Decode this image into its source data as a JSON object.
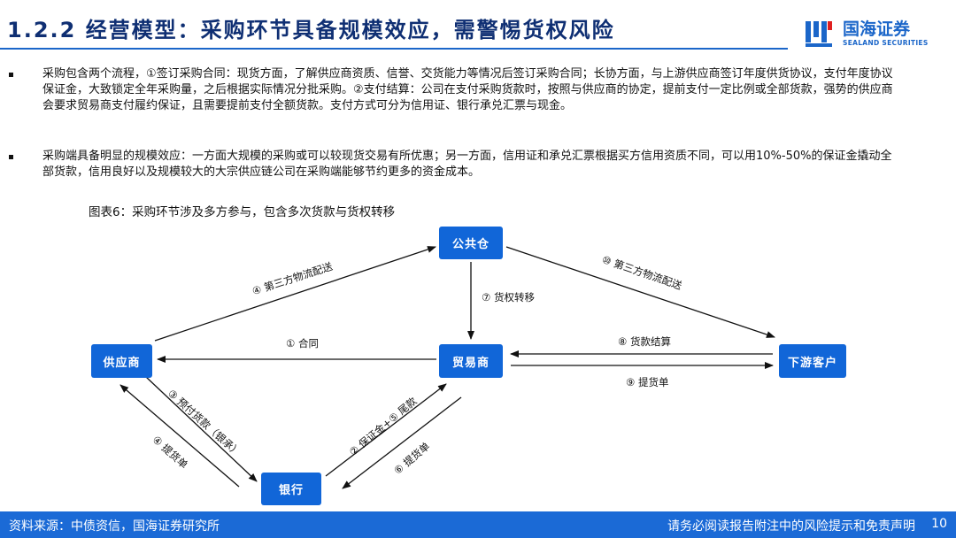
{
  "header": {
    "title": "1.2.2 经营模型：采购环节具备规模效应，需警惕货权风险",
    "logo_cn": "国海证券",
    "logo_en": "SEALAND SECURITIES"
  },
  "bullets": [
    "采购包含两个流程，①签订采购合同：现货方面，了解供应商资质、信誉、交货能力等情况后签订采购合同；长协方面，与上游供应商签订年度供货协议，支付年度协议保证金，大致锁定全年采购量，之后根据实际情况分批采购。②支付结算：公司在支付采购货款时，按照与供应商的协定，提前支付一定比例或全部货款，强势的供应商会要求贸易商支付履约保证，且需要提前支付全额货款。支付方式可分为信用证、银行承兑汇票与现金。",
    "采购端具备明显的规模效应：一方面大规模的采购或可以较现货交易有所优惠；另一方面，信用证和承兑汇票根据买方信用资质不同，可以用10%-50%的保证金撬动全部货款，信用良好以及规模较大的大宗供应链公司在采购端能够节约更多的资金成本。"
  ],
  "figure": {
    "caption": "图表6：采购环节涉及多方参与，包含多次货款与货权转移",
    "nodes": {
      "warehouse": "公共仓",
      "supplier": "供应商",
      "trader": "贸易商",
      "customer": "下游客户",
      "bank": "银行"
    },
    "edges": {
      "supplier_to_warehouse": "④ 第三方物流配送",
      "warehouse_to_customer": "⑩ 第三方物流配送",
      "warehouse_to_trader": "⑦ 货权转移",
      "trader_to_supplier": "① 合同",
      "customer_to_trader": "⑧ 货款结算",
      "trader_to_customer": "⑨ 提货单",
      "supplier_to_bank_top": "③ 预付货款（银承）",
      "supplier_to_bank_bottom": "④ 提货单",
      "bank_to_trader_top": "② 保证金+⑤ 尾款",
      "bank_to_trader_bottom": "⑥ 提货单"
    }
  },
  "footer": {
    "source": "资料来源：中债资信，国海证券研究所",
    "disclaimer": "请务必阅读报告附注中的风险提示和免责声明",
    "page": "10"
  },
  "colors": {
    "brand_blue": "#1b66c9",
    "node_blue": "#1166d8",
    "title_navy": "#0f2f73"
  }
}
